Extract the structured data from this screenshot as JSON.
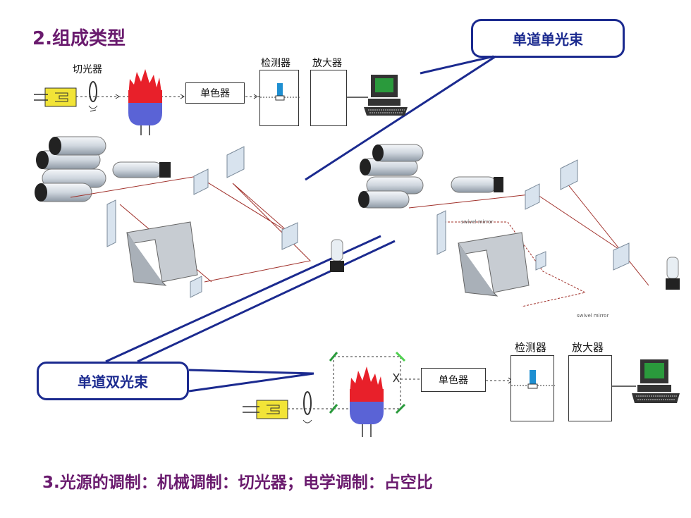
{
  "heading": "2.组成类型",
  "callouts": {
    "single_beam": "单道单光束",
    "double_beam": "单道双光束"
  },
  "top_diagram": {
    "chopper": "切光器",
    "monochromator": "单色器",
    "detector": "检测器",
    "amplifier": "放大器"
  },
  "optics_right": {
    "swivel_mirror_top": "swivel mirror",
    "swivel_mirror_bottom": "swivel mirror"
  },
  "bottom_diagram": {
    "monochromator": "单色器",
    "detector": "检测器",
    "amplifier": "放大器"
  },
  "footer": "3.光源的调制：机械调制：切光器；电学调制：占空比",
  "colors": {
    "heading": "#6a1b6e",
    "callout": "#1b2a8f",
    "flame": "#e8202a",
    "burner": "#5a63d6",
    "lamp": "#f2e437"
  }
}
